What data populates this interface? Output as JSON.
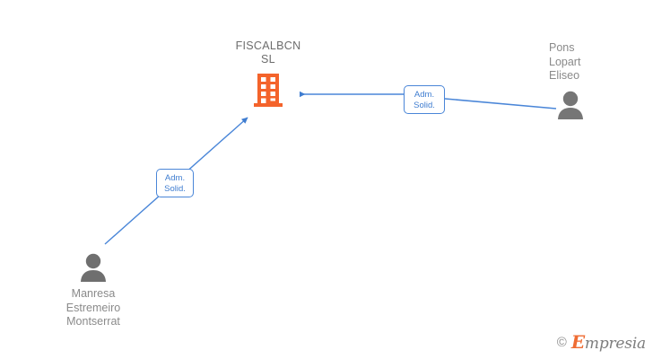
{
  "diagram": {
    "type": "org-relationship-graph",
    "background_color": "#ffffff",
    "company": {
      "name": "FISCALBCN\nSL",
      "icon": "building-icon",
      "icon_color": "#f4632b",
      "text_color": "#6d6d6d"
    },
    "people": [
      {
        "id": "person-right",
        "name": "Pons\nLopart\nEliseo",
        "icon": "person-icon",
        "icon_color": "#767676",
        "text_color": "#8a8a8a"
      },
      {
        "id": "person-left",
        "name": "Manresa\nEstremeiro\nMontserrat",
        "icon": "person-icon",
        "icon_color": "#6f6f6f",
        "text_color": "#8a8a8a"
      }
    ],
    "relations": [
      {
        "id": "relation-right",
        "label": "Adm.\nSolid.",
        "from": "person-right",
        "to": "company",
        "edge_color": "#4a86d8",
        "border_color": "#4a86d8",
        "text_color": "#3f7dd0"
      },
      {
        "id": "relation-left",
        "label": "Adm.\nSolid.",
        "from": "person-left",
        "to": "company",
        "edge_color": "#4a86d8",
        "border_color": "#4a86d8",
        "text_color": "#3f7dd0"
      }
    ]
  },
  "footer": {
    "copyright_symbol": "©",
    "brand_initial": "E",
    "brand_rest": "mpresia",
    "brand_color": "#ef6c33",
    "text_color": "#7d7d7d"
  }
}
